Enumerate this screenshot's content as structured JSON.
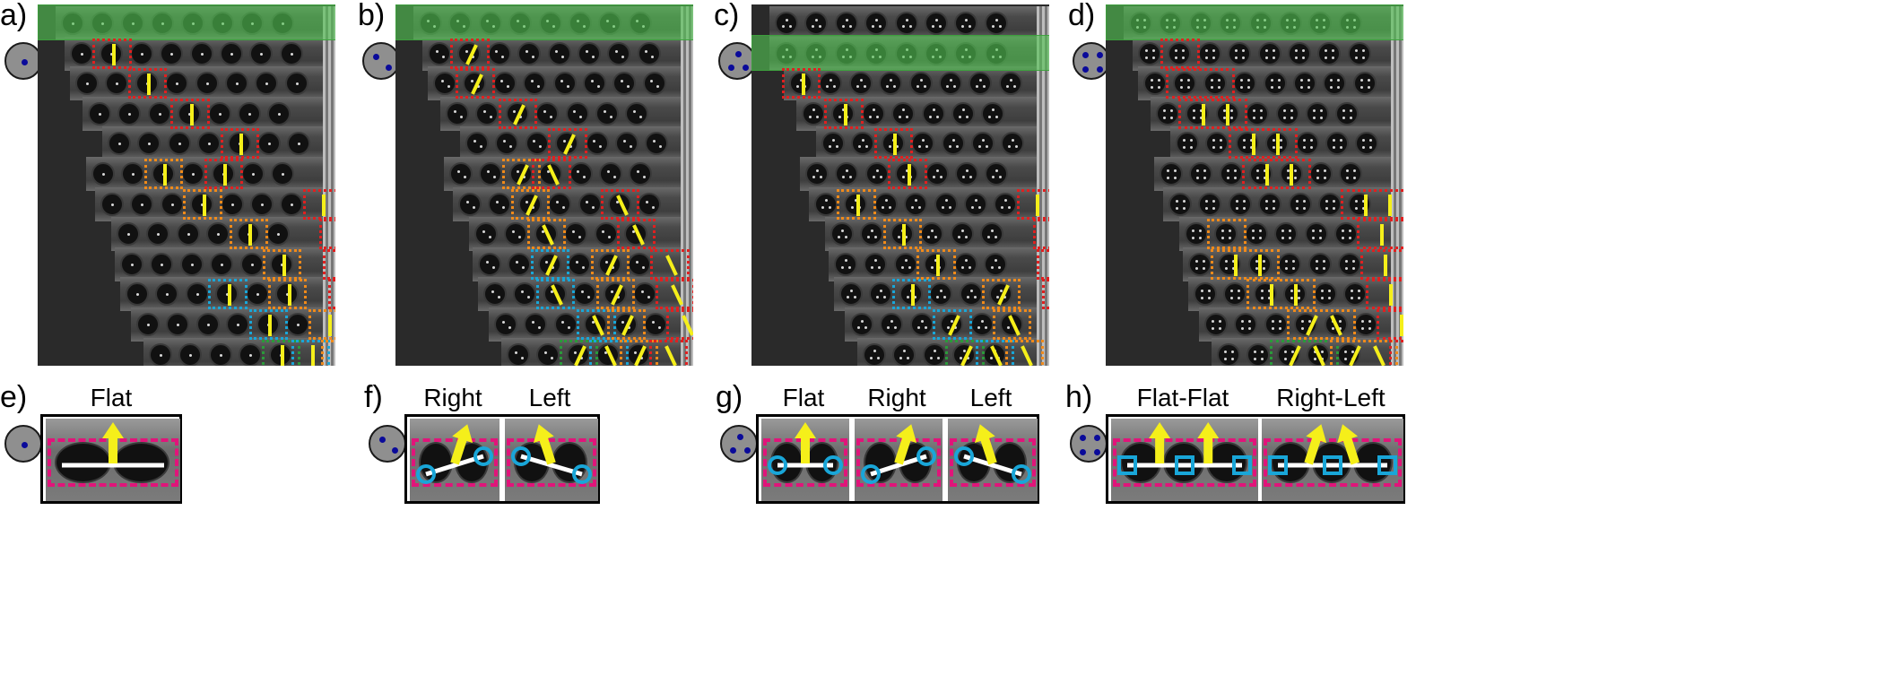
{
  "figure": {
    "top_panels": [
      {
        "label": "a)",
        "dots": 1
      },
      {
        "label": "b)",
        "dots": 2
      },
      {
        "label": "c)",
        "dots": 3
      },
      {
        "label": "d)",
        "dots": 4
      }
    ],
    "bottom_panels": [
      {
        "label": "e)",
        "dots": 1,
        "titles": [
          "Flat"
        ]
      },
      {
        "label": "f)",
        "dots": 2,
        "titles": [
          "Right",
          "Left"
        ]
      },
      {
        "label": "g)",
        "dots": 3,
        "titles": [
          "Flat",
          "Right",
          "Left"
        ]
      },
      {
        "label": "h)",
        "dots": 4,
        "titles": [
          "Flat-Flat",
          "Right-Left"
        ]
      }
    ]
  },
  "colors": {
    "green_highlight": "#52c452",
    "box_red": "#e02020",
    "box_orange": "#f08a1a",
    "box_blue": "#19a6d8",
    "box_green": "#2a9a3a",
    "bar_yellow": "#f5ef1a",
    "dashed_pink": "#e0157a",
    "marker_cyan": "#19a6d8",
    "dot_navy": "#0a0a9a"
  },
  "icons": {
    "panel_marker": "circle-dot-icon",
    "direction_arrow": "arrow-up-icon"
  }
}
